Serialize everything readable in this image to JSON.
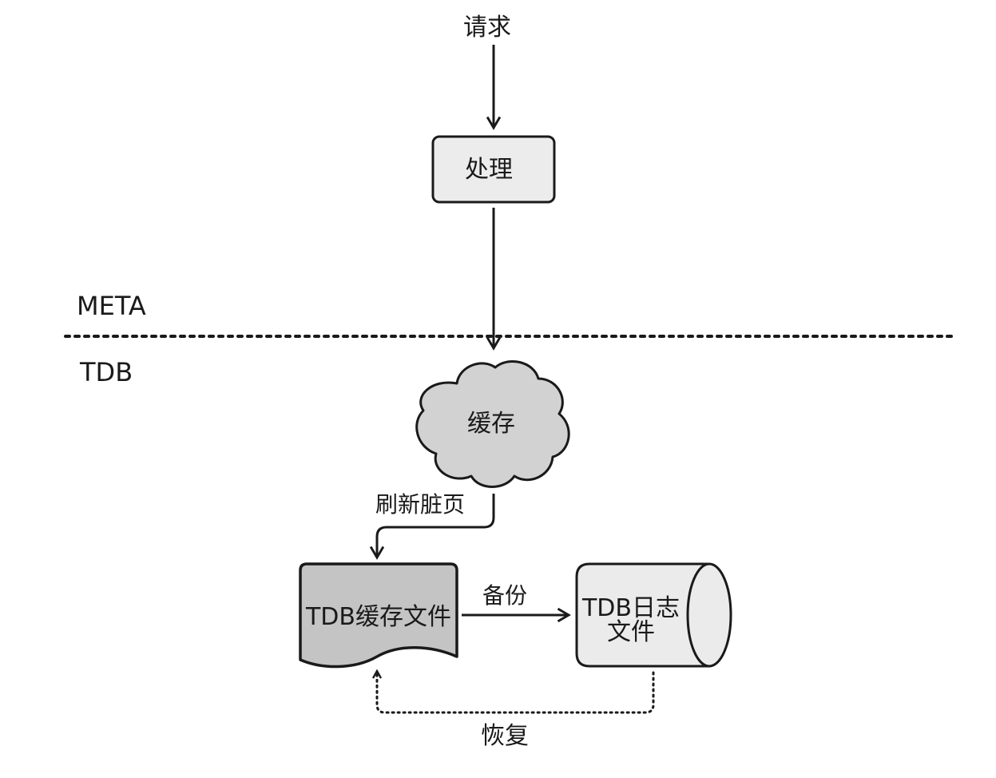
{
  "nodes": {
    "request": {
      "label": "请求"
    },
    "process": {
      "label": "处理"
    },
    "cache": {
      "label": "缓存"
    },
    "tdb_cache_file": {
      "label": "TDB缓存文件"
    },
    "tdb_log_file": {
      "label_line1": "TDB日志",
      "label_line2": "文件"
    }
  },
  "zones": {
    "upper": {
      "label": "META"
    },
    "lower": {
      "label": "TDB"
    }
  },
  "edges": {
    "flush": {
      "label": "刷新脏页"
    },
    "backup": {
      "label": "备份"
    },
    "restore": {
      "label": "恢复"
    }
  },
  "colors": {
    "process_fill": "#ececec",
    "cache_fill": "#d2d2d2",
    "cache_file_fill": "#c4c4c4",
    "log_file_fill": "#ebebeb",
    "stroke": "#1a1a1a"
  }
}
